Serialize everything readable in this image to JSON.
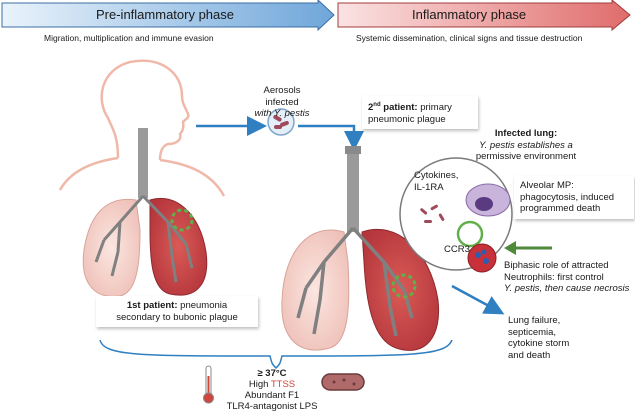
{
  "phases": {
    "pre": {
      "title": "Pre-inflammatory phase",
      "subtitle": "Migration, multiplication and immune evasion",
      "color_start": "#cfe3f4",
      "color_end": "#7fb0de"
    },
    "inflam": {
      "title": "Inflammatory phase",
      "subtitle": "Systemic dissemination, clinical signs and tissue destruction",
      "color_start": "#f7d0d0",
      "color_end": "#e57a7a"
    }
  },
  "labels": {
    "aerosols_line1": "Aerosols infected",
    "aerosols_line2": "with Y. pestis",
    "second_patient_bold": "2",
    "second_patient_sup": "nd",
    "second_patient_bold2": " patient:",
    "second_patient_rest1": " primary",
    "second_patient_rest2": "pneumonic plague",
    "infected_lung_title": "Infected lung:",
    "infected_lung_line1": "Y. pestis establishes a",
    "infected_lung_line2": "permissive environment",
    "cytokines_line1": "Cytokines,",
    "cytokines_line2": "IL-1RA",
    "alveolar_line1": "Alveolar MP:",
    "alveolar_line2": "phagocytosis, induced",
    "alveolar_line3": "programmed death",
    "ccr3": "CCR3",
    "biphasic_line1": "Biphasic role of attracted",
    "biphasic_line2": "Neutrophils: first control",
    "biphasic_line3": "Y. pestis, then cause necrosis",
    "first_patient_bold": "1st patient:",
    "first_patient_rest1": " pneumonia",
    "first_patient_rest2": "secondary to bubonic plague",
    "temp": "≥ 37°C",
    "high": "High ",
    "ttss": "TTSS",
    "f1": "Abundant F1",
    "lps": "TLR4-antagonist LPS",
    "outcome_line1": "Lung failure,",
    "outcome_line2": "septicemia,",
    "outcome_line3": "cytokine storm",
    "outcome_line4": "and death"
  },
  "colors": {
    "arrow_blue": "#2f7fc1",
    "arrow_green": "#4f8a3a",
    "lung_red": "#c8474a",
    "lung_pink": "#f2c9c2",
    "trachea_gray": "#9a9a9a",
    "body_outline": "#f0b8a8",
    "ttss_red": "#d0463c"
  },
  "icons": [
    "thermometer-icon",
    "bacterium-icon",
    "aerosol-droplet-icon",
    "alveolus-inset-icon"
  ]
}
